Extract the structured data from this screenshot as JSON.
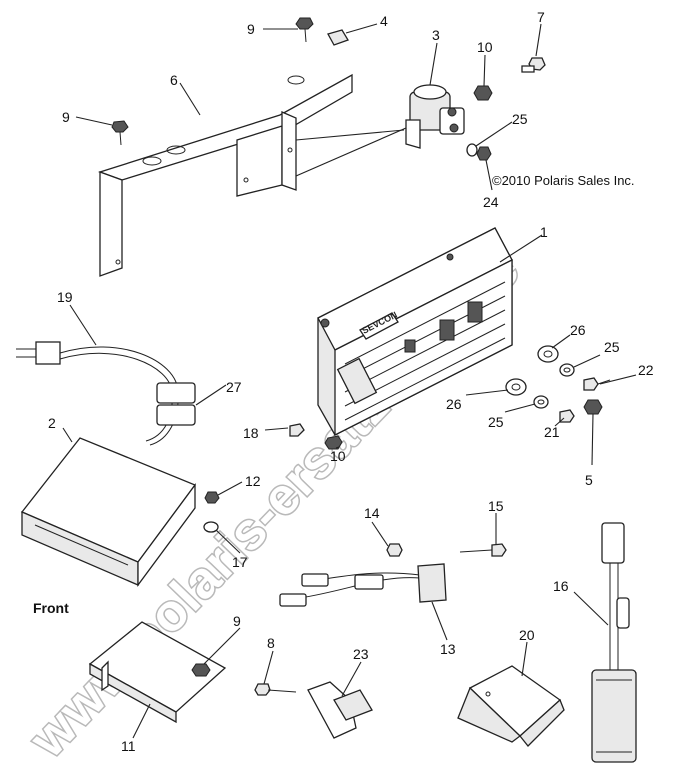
{
  "diagram": {
    "copyright": "©2010 Polaris Sales Inc.",
    "orientation_label": "Front",
    "watermark": "www.polaris-ersatzteile.de",
    "controller_brand": "SEVCON",
    "callouts": [
      "1",
      "2",
      "3",
      "4",
      "5",
      "6",
      "7",
      "8",
      "9",
      "9",
      "9",
      "10",
      "10",
      "11",
      "12",
      "13",
      "14",
      "15",
      "16",
      "17",
      "18",
      "19",
      "20",
      "21",
      "22",
      "23",
      "24",
      "25",
      "25",
      "25",
      "26",
      "26",
      "27"
    ]
  }
}
